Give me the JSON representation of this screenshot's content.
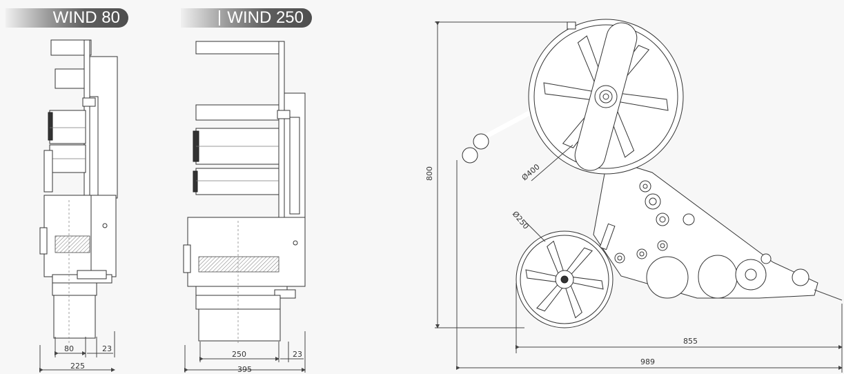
{
  "badges": {
    "wind80": "WIND 80",
    "wind250": "WIND 250"
  },
  "wind80_dims": {
    "inner": "80",
    "offset": "23",
    "overall": "225"
  },
  "wind250_dims": {
    "inner": "250",
    "offset": "23",
    "overall": "395"
  },
  "front_dims": {
    "height": "800",
    "large_reel_diameter": "Ø400",
    "small_reel_diameter": "Ø250",
    "base_width": "855",
    "overall_width": "989"
  }
}
